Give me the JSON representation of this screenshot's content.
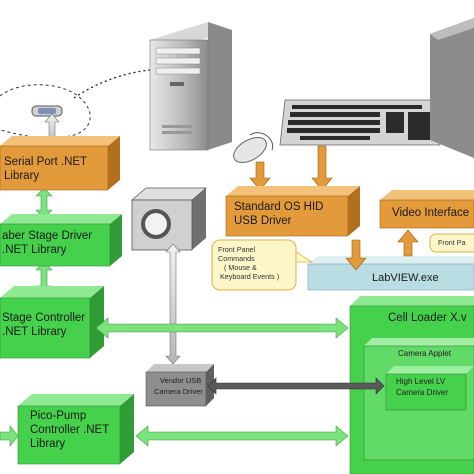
{
  "boxes": {
    "serial_port": [
      "Serial Port .NET",
      "Library"
    ],
    "stage_driver": [
      "aber Stage Driver",
      ".NET Library"
    ],
    "stage_controller": [
      "Stage Controller",
      ".NET Library"
    ],
    "pico_pump": [
      "Pico-Pump",
      "Controller .NET",
      "Library"
    ],
    "hid_usb": [
      "Standard OS HID",
      "USB Driver"
    ],
    "video_interface": "Video Interface",
    "labview": "LabVIEW.exe",
    "cell_loader": "Cell Loader X.v",
    "camera_applet": "Camera Applet",
    "high_level_lv": [
      "High Level LV",
      "Camera Driver"
    ],
    "vendor_usb": [
      "Vendor USB",
      "Camera Driver"
    ]
  },
  "notes": {
    "front_panel_commands": [
      "Front Panel",
      "Commands",
      "( Mouse &",
      "Keyboard Events )"
    ],
    "front_panel_right": "Front Pa"
  },
  "colors": {
    "orange": "#e39a3a",
    "green": "#45d14b",
    "light_green": "#7be27e",
    "labview_blue": "#b9dde3",
    "arrow_gray": "#c8c8c8",
    "tower_gray": "#9a9a9a"
  },
  "icons": [
    "computer-tower-icon",
    "keyboard-icon",
    "mouse-icon",
    "camera-icon",
    "serial-connector-icon",
    "monitor-icon"
  ]
}
